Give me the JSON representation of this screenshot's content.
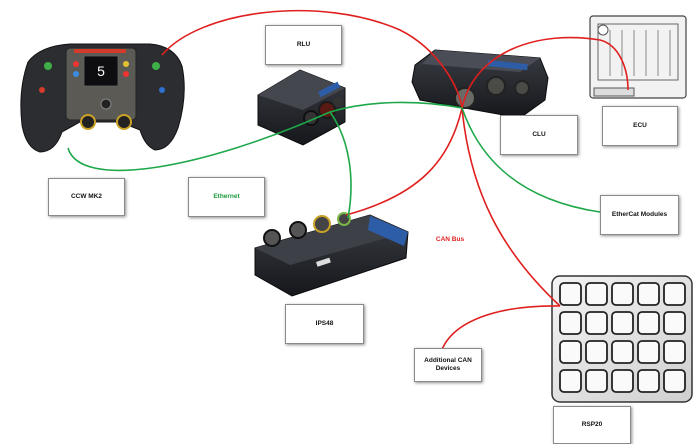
{
  "labels": {
    "rlu": "RLU",
    "ccw": "CCW MK2",
    "ethernet": "Ethernet",
    "clu": "CLU",
    "ecu": "ECU",
    "ethercat": "EtherCat Modules",
    "canbus": "CAN Bus",
    "ips48": "IPS48",
    "additional": "Additional CAN Devices",
    "rsp20": "RSP20"
  },
  "wheel_display": {
    "gear": "5"
  },
  "colors": {
    "can_bus": "#e0201f",
    "ethernet": "#1ea84a",
    "device_dark": "#1f2126",
    "device_blue": "#2e5da8"
  }
}
